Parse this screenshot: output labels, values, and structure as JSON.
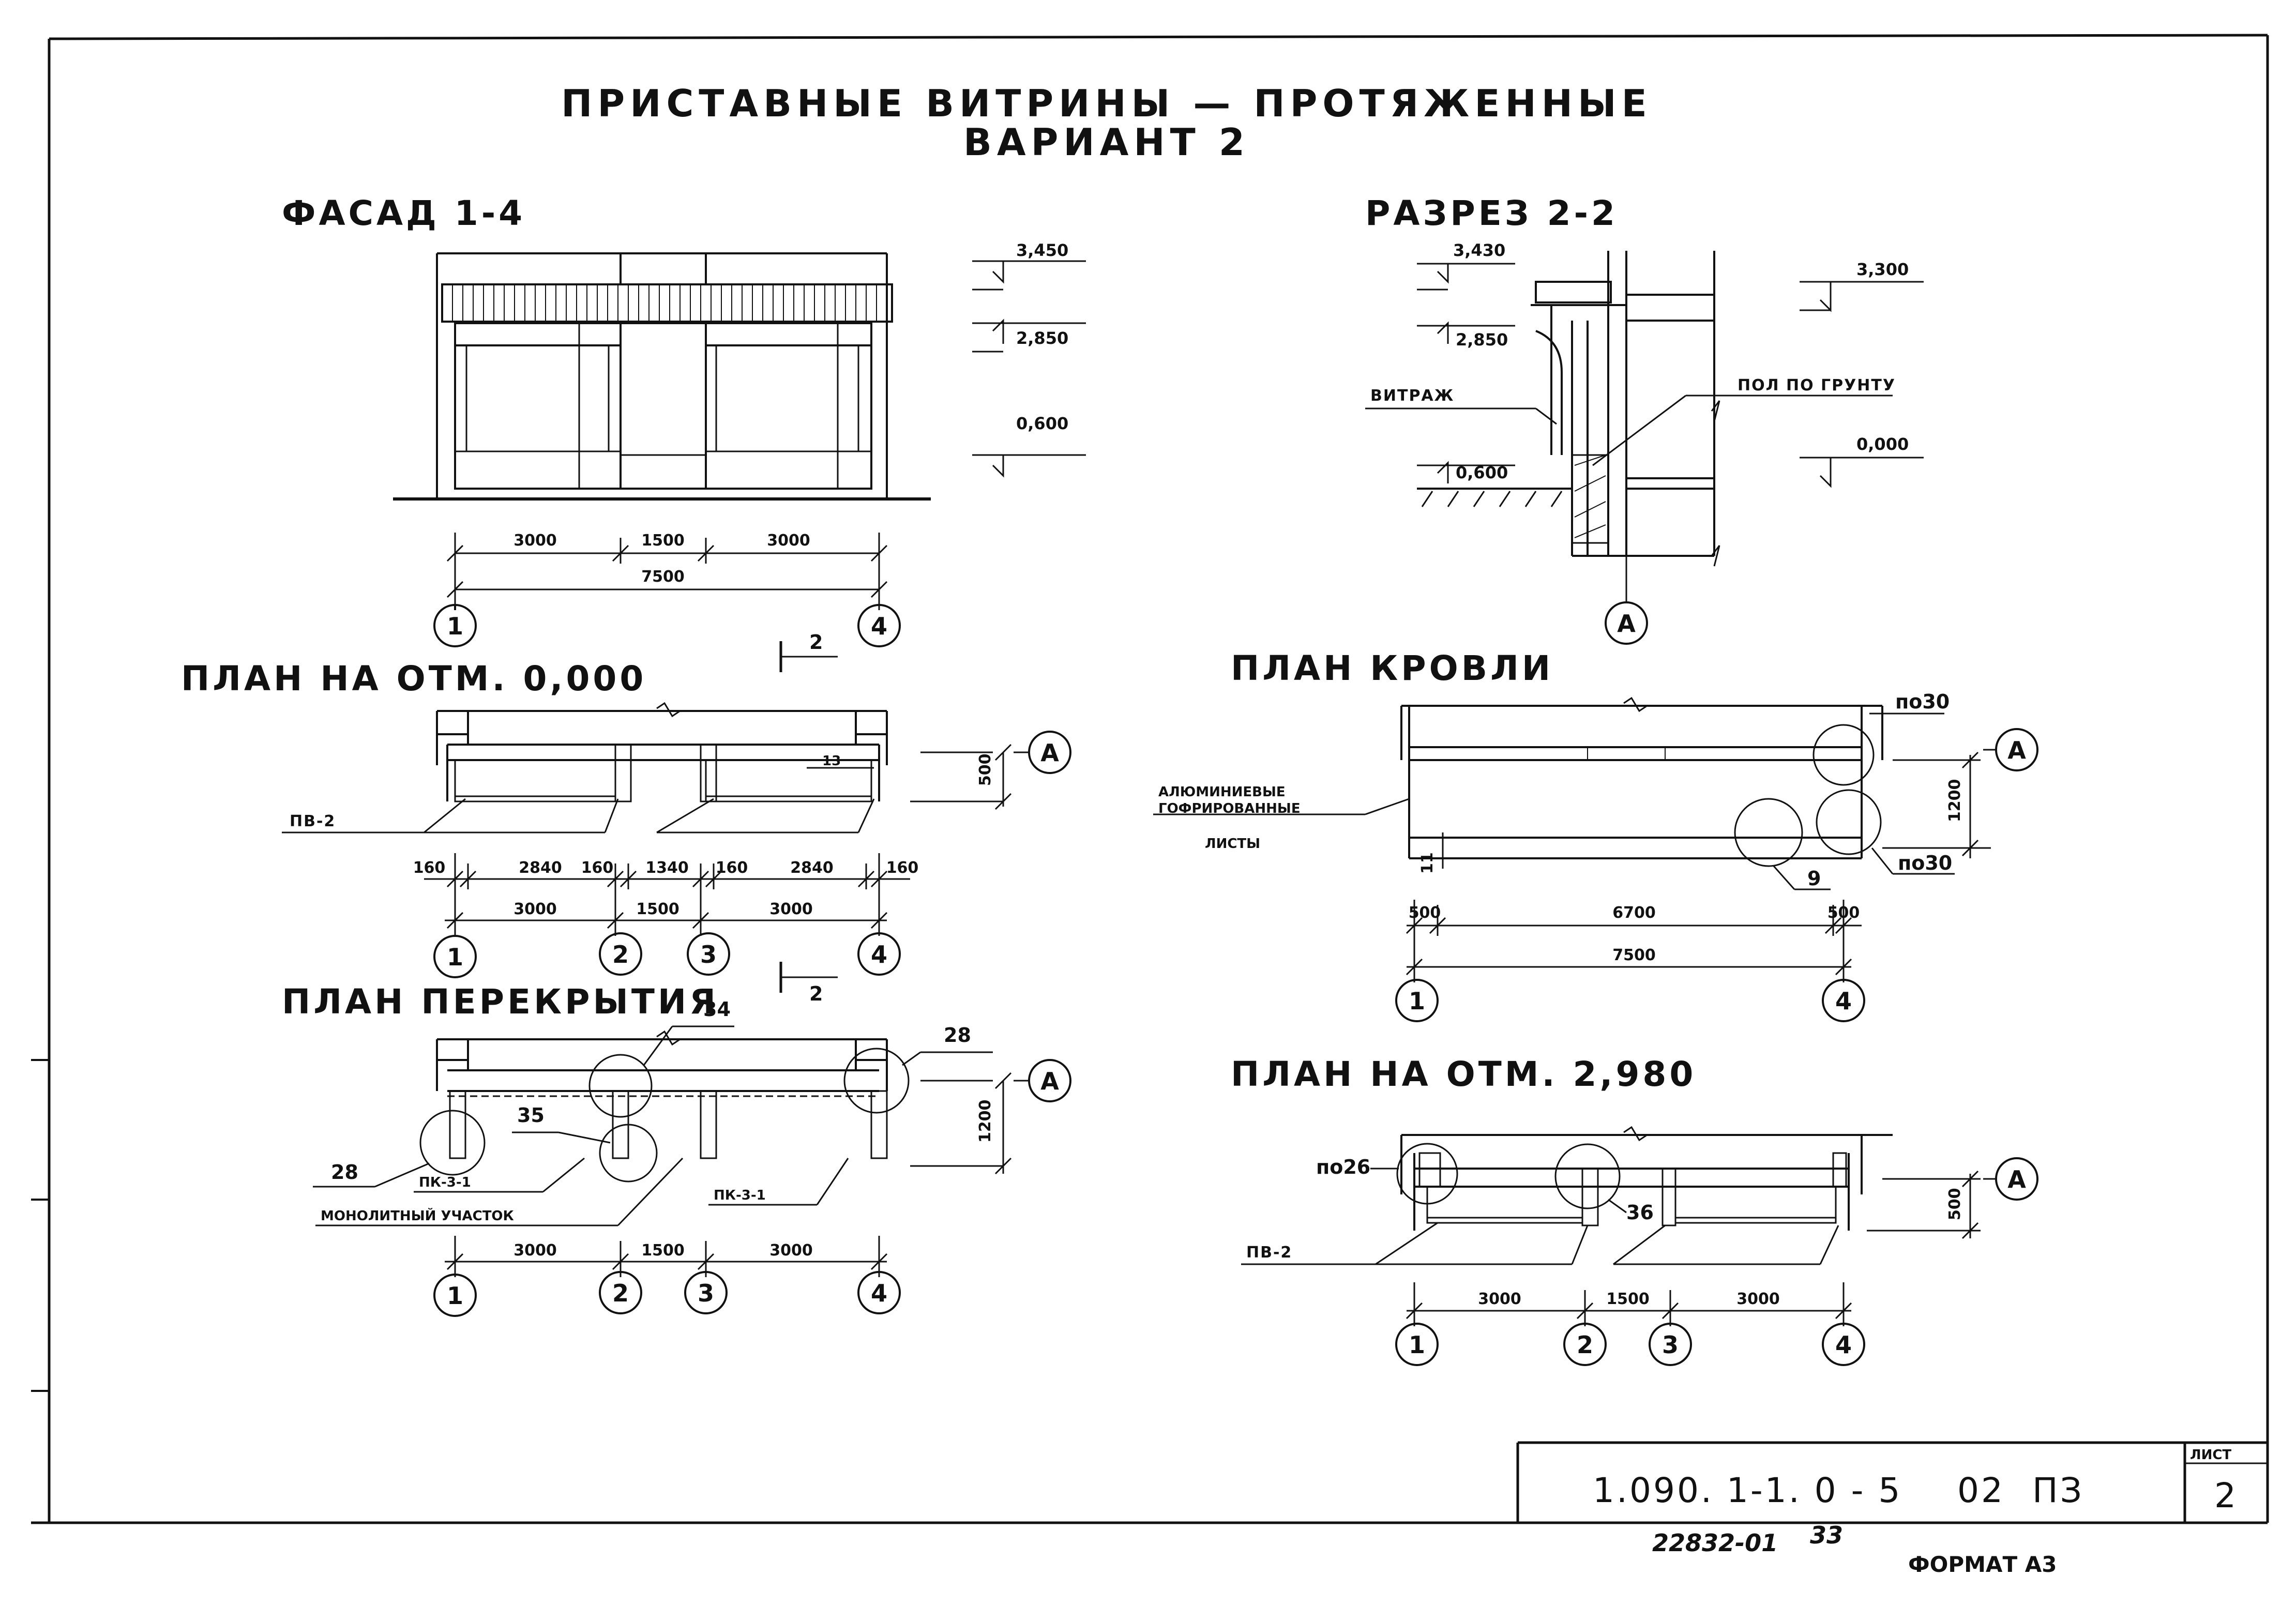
{
  "title": {
    "line1": "ПРИСТАВНЫЕ ВИТРИНЫ — ПРОТЯЖЕННЫЕ",
    "line2": "ВАРИАНТ 2"
  },
  "facade": {
    "label": "ФАСАД 1-4",
    "levels": [
      "3,450",
      "2,850",
      "0,600"
    ],
    "dims": [
      "3000",
      "1500",
      "3000"
    ],
    "total": "7500",
    "axes": [
      "1",
      "4"
    ]
  },
  "section": {
    "label": "РАЗРЕЗ 2-2",
    "levels_left": [
      "3,430",
      "2,850",
      "0,600"
    ],
    "levels_right": [
      "3,300",
      "0,000"
    ],
    "notes": {
      "vitrage": "ВИТРАЖ",
      "floor": "ПОЛ ПО ГРУНТУ"
    },
    "axis": "А"
  },
  "plan0": {
    "label": "ПЛАН НА ОТМ. 0,000",
    "cut_mark": "2",
    "tag": "ПВ-2",
    "note13": "13",
    "side_dim": "500",
    "axis_side": "А",
    "dims_row1": [
      "160",
      "2840",
      "160",
      "1340",
      "160",
      "2840",
      "160"
    ],
    "dims_row2": [
      "3000",
      "1500",
      "3000"
    ],
    "axes": [
      "1",
      "2",
      "3",
      "4"
    ]
  },
  "overlap": {
    "label": "ПЛАН ПЕРЕКРЫТИЯ",
    "callouts": [
      "34",
      "28",
      "35",
      "28"
    ],
    "tags": [
      "ПК-3-1",
      "ПК-3-1"
    ],
    "note": "МОНОЛИТНЫЙ УЧАСТОК",
    "side_dim": "1200",
    "axis_side": "А",
    "dims": [
      "3000",
      "1500",
      "3000"
    ],
    "axes": [
      "1",
      "2",
      "3",
      "4"
    ]
  },
  "roof": {
    "label": "ПЛАН КРОВЛИ",
    "note_lines": [
      "АЛЮМИНИЕВЫЕ",
      "ГОФРИРОВАННЫЕ",
      "ЛИСТЫ"
    ],
    "callouts": [
      "по30",
      "по30",
      "9",
      "11"
    ],
    "side_dim": "1200",
    "axis_side": "А",
    "dims_row1": [
      "500",
      "6700",
      "500"
    ],
    "total": "7500",
    "axes": [
      "1",
      "4"
    ]
  },
  "plan2980": {
    "label": "ПЛАН НА ОТМ. 2,980",
    "callouts": [
      "по26",
      "36"
    ],
    "tag": "ПВ-2",
    "side_dim": "500",
    "axis_side": "А",
    "dims": [
      "3000",
      "1500",
      "3000"
    ],
    "axes": [
      "1",
      "2",
      "3",
      "4"
    ]
  },
  "stamp": {
    "code": "1.090. 1-1. 0 - 5",
    "part": "02",
    "section": "ПЗ",
    "sheet_label": "ЛИСТ",
    "sheet_no": "2"
  },
  "footer": {
    "inv": "22832-01",
    "page": "33",
    "format": "ФОРМАТ А3"
  }
}
